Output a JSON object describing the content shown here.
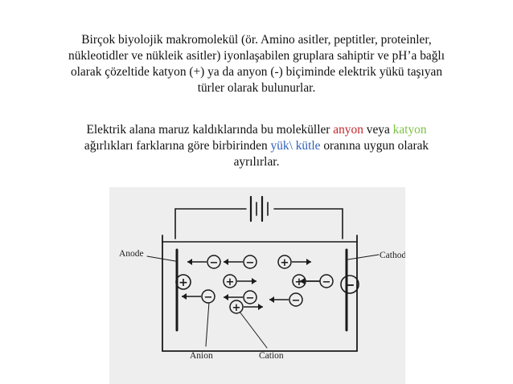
{
  "intro": {
    "line1": "Birçok biyolojik makromolekül (ör. Amino asitler, peptitler, proteinler,",
    "line2": "nükleotidler ve nükleik asitler) iyonlaşabilen gruplara sahiptir ve pH’a bağlı",
    "line3": "olarak çözeltide katyon (+) ya da anyon (-) biçiminde elektrik yükü taşıyan",
    "line4": "türler olarak bulunurlar."
  },
  "separation": {
    "line1_a": "Elektrik alana maruz kaldıklarında  bu moleküller ",
    "word_anyon": "anyon",
    "line1_b": "  veya ",
    "word_katyon": "katyon",
    "line2_a": "ağırlıkları farklarına göre  birbirinden ",
    "word_ratio": "yük\\ kütle",
    "line2_b": " oranına uygun olarak",
    "line3": "ayrılırlar."
  },
  "diagram": {
    "anode_label": "Anode",
    "cathode_label": "Cathode",
    "anion_label": "Anion",
    "cation_label": "Cation",
    "electrode_left_sign": "+",
    "electrode_right_sign": "−",
    "anion_sign": "−",
    "cation_sign": "+",
    "colors": {
      "panel": "#eeeeee",
      "stroke": "#1a1a1a",
      "anyon": "#c0282c",
      "katyon": "#7cc242",
      "ratio": "#2e5fb8"
    }
  }
}
